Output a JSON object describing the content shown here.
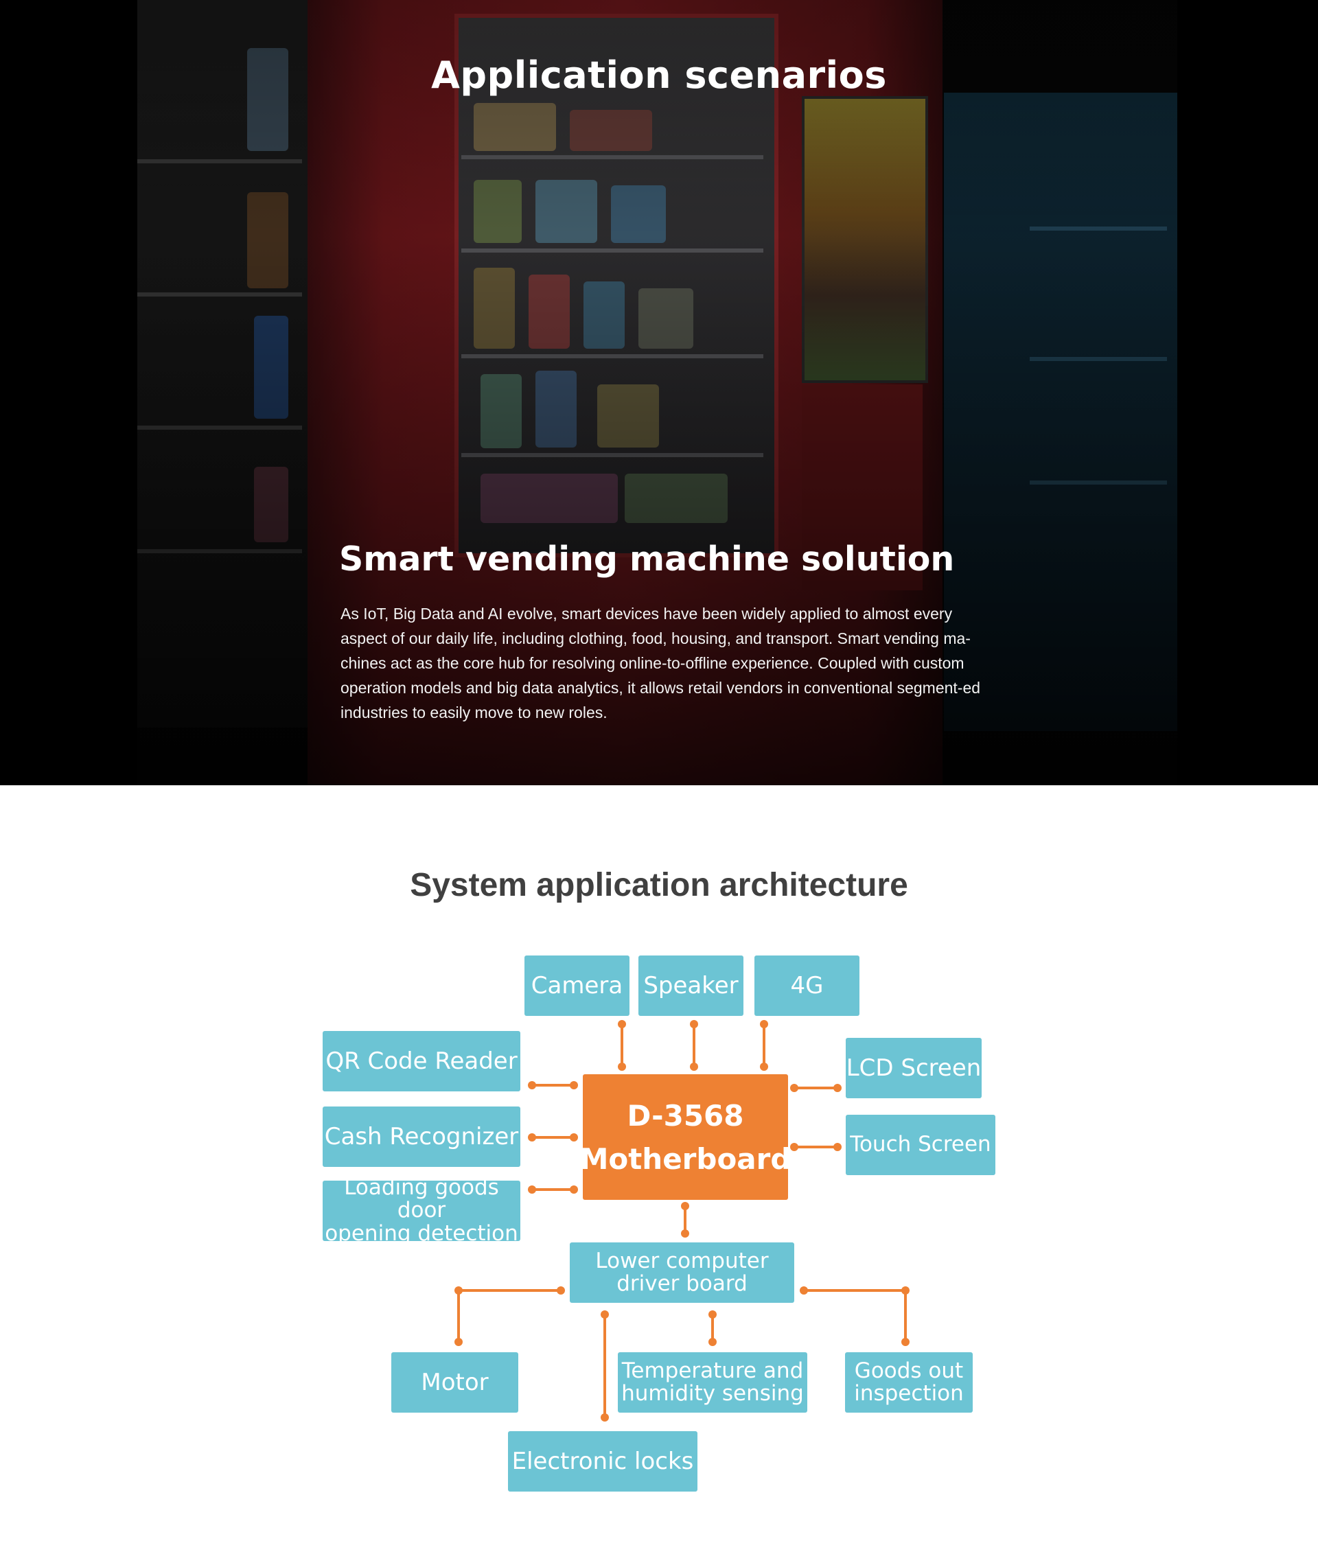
{
  "hero": {
    "title": "Application scenarios",
    "solution_heading": "Smart vending machine solution",
    "solution_body": "As IoT, Big Data and AI evolve, smart devices have been widely applied to almost every aspect of our daily life, including clothing, food, housing, and transport. Smart vending ma-chines act as the core hub for resolving online-to-offline experience. Coupled with custom operation models and big data analytics, it allows retail vendors in conventional segment-ed industries to easily move to new roles."
  },
  "architecture": {
    "title": "System application architecture",
    "colors": {
      "node": "#6cc4d4",
      "core": "#ee8133",
      "connector": "#ee8133"
    },
    "nodes": {
      "camera": "Camera",
      "speaker": "Speaker",
      "4g": "4G",
      "qr_code_reader": "QR Code Reader",
      "cash_recognizer": "Cash Recognizer",
      "loading_door_line1": "Loading goods door",
      "loading_door_line2": "opening detection",
      "lcd_screen": "LCD Screen",
      "touch_screen": "Touch Screen",
      "core_line1": "D-3568",
      "core_line2": "Motherboard",
      "lower_computer_line1": "Lower computer",
      "lower_computer_line2": "driver board",
      "motor": "Motor",
      "temperature_line1": "Temperature and",
      "temperature_line2": "humidity sensing",
      "goods_out_line1": "Goods out",
      "goods_out_line2": "inspection",
      "electronic_locks": "Electronic locks"
    }
  }
}
